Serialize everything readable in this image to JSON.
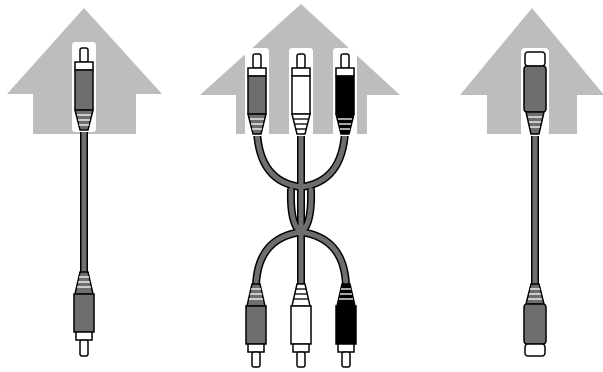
{
  "figure": {
    "panels": [
      {
        "name": "single-rca-cable",
        "plug_count": 1,
        "plug_colors": [
          "#6e6e6e"
        ]
      },
      {
        "name": "triple-rca-splitter-cable",
        "plug_count": 3,
        "plug_colors": [
          "#6e6e6e",
          "#ffffff",
          "#000000"
        ]
      },
      {
        "name": "s-video-cable",
        "plug_count": 1,
        "plug_colors": [
          "#6e6e6e"
        ]
      }
    ],
    "colors": {
      "house": "#bdbdbd",
      "cable": "#6e6e6e",
      "outline": "#000000",
      "background": "#ffffff"
    }
  }
}
